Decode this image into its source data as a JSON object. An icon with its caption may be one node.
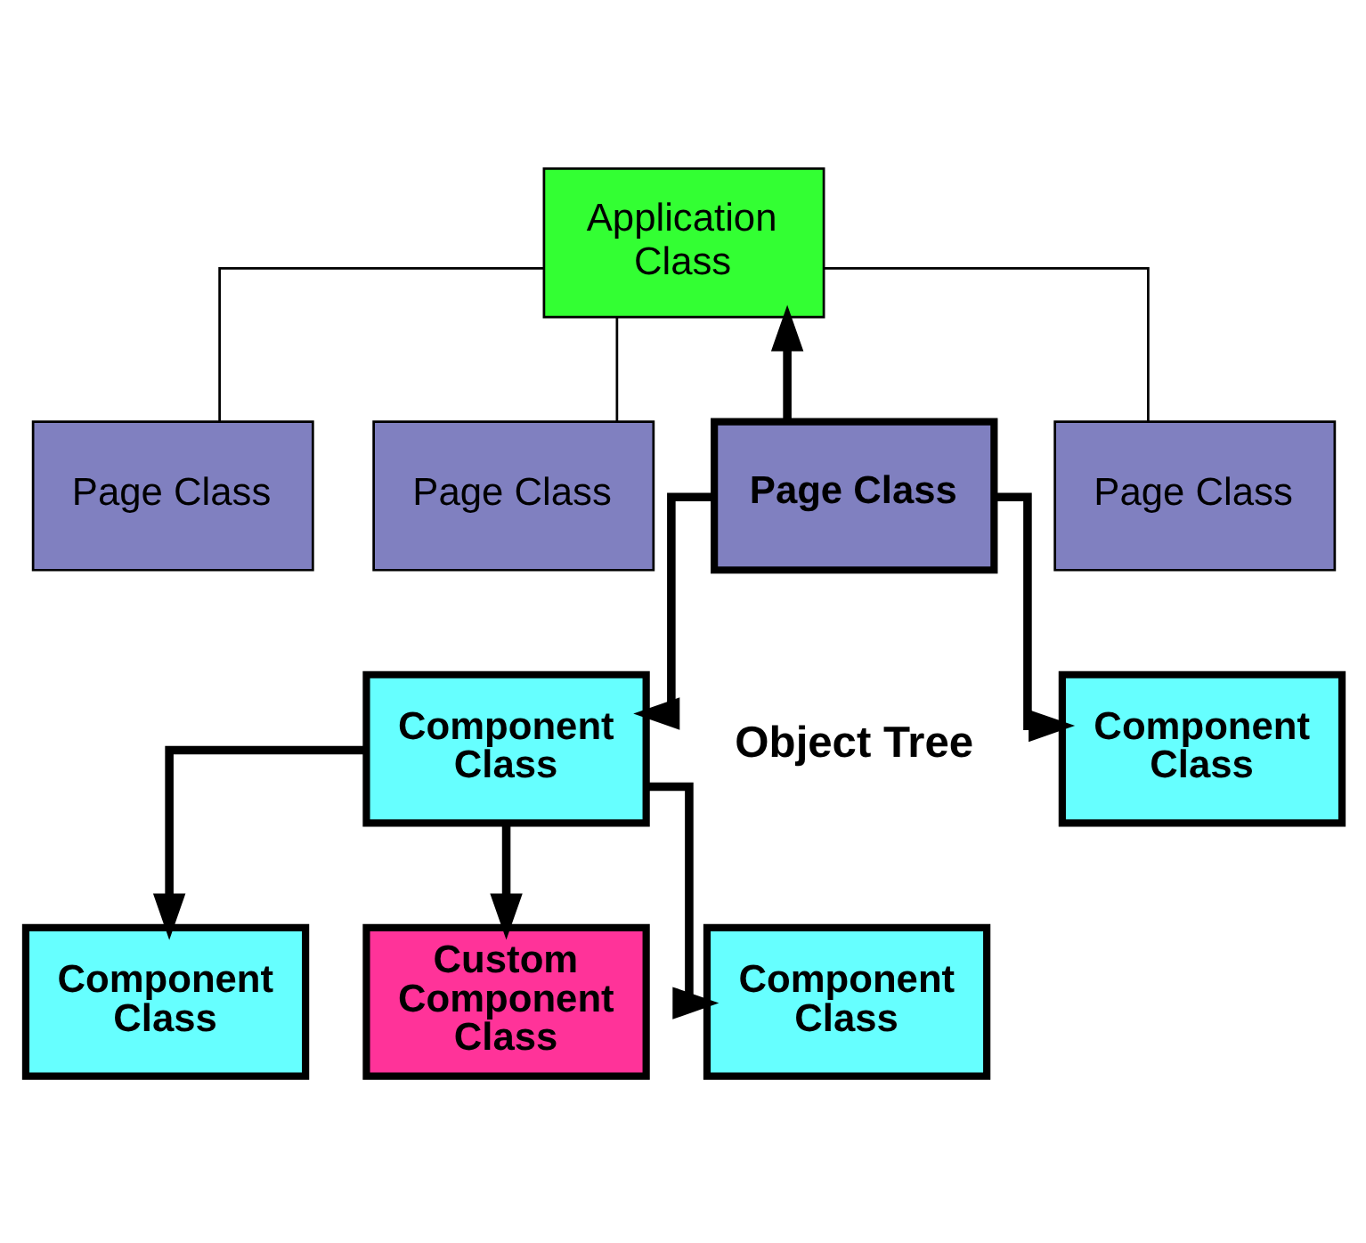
{
  "diagram": {
    "nodes": [
      {
        "text": [
          "Application Class"
        ]
      },
      {
        "text": [
          "Page Class"
        ]
      },
      {
        "text": [
          "Page Class"
        ]
      },
      {
        "text": [
          "Page Class"
        ]
      },
      {
        "text": [
          "Page Class"
        ]
      },
      {
        "text": [
          "Component Class"
        ]
      },
      {
        "text": [
          "Component Class"
        ]
      },
      {
        "text": [
          "Component Class"
        ]
      },
      {
        "text": [
          "Custom Component Class"
        ]
      },
      {
        "text": [
          "Component Class"
        ]
      }
    ],
    "edges": [
      {
        "from": 1,
        "to": 0,
        "arrow": "none"
      },
      {
        "from": 2,
        "to": 0,
        "arrow": "none"
      },
      {
        "from": 3,
        "to": 0,
        "arrow": "to"
      },
      {
        "from": 4,
        "to": 0,
        "arrow": "none"
      },
      {
        "from": 3,
        "to": 5,
        "arrow": "to"
      },
      {
        "from": 3,
        "to": 6,
        "arrow": "to"
      },
      {
        "from": 5,
        "to": 7,
        "arrow": "to"
      },
      {
        "from": 5,
        "to": 8,
        "arrow": "to"
      },
      {
        "from": 5,
        "to": 9,
        "arrow": "to"
      }
    ],
    "labels": [
      "Object Tree"
    ]
  }
}
